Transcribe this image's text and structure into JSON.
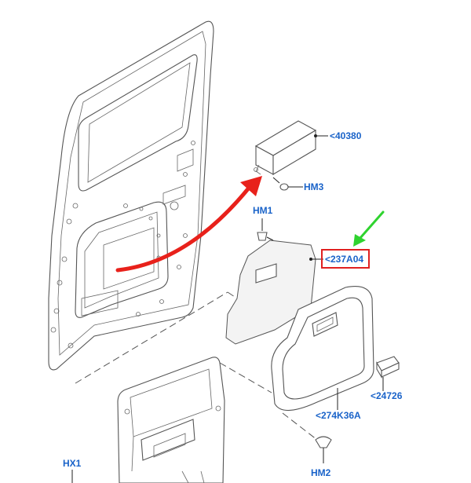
{
  "callouts": {
    "c40380": "<40380",
    "hm3": "HM3",
    "hm1": "HM1",
    "c237a04": "<237A04",
    "c24726": "<24726",
    "c274k36a": "<274K36A",
    "hx1": "HX1",
    "hm2": "HM2"
  },
  "colors": {
    "callout_text": "#1a63c9",
    "highlight_box": "#e02020",
    "pointer_arrow_red": "#e8211b",
    "pointer_arrow_green": "#2fd32f",
    "line_art": "#555555"
  }
}
